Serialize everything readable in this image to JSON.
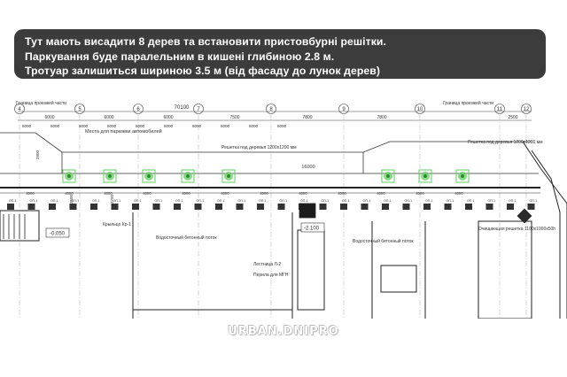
{
  "banner": {
    "line1": "Тут мають висадити 8 дерев та встановити пристовбурні решітки.",
    "line2": "Паркування буде паралельним в кишені глибиною 2.8 м.",
    "line3": "Тротуар залишиться шириною 3.5 м (від фасаду до лунок дерев)"
  },
  "plan": {
    "axes": [
      "4",
      "5",
      "6",
      "7",
      "8",
      "9",
      "10",
      "11",
      "12"
    ],
    "top_total": "70100",
    "top_spans": [
      "6000",
      "6000",
      "6000",
      "7500",
      "7800",
      "7800",
      "2500"
    ],
    "parking_spans": [
      "6000",
      "6000",
      "6000",
      "6000",
      "6000",
      "6000",
      "6000",
      "6000",
      "6000",
      "6000"
    ],
    "tree_spacing": [
      "4000",
      "4000",
      "4000",
      "4000",
      "4000",
      "4000",
      "4000",
      "4000",
      "4000",
      "4000",
      "4000",
      "4000"
    ],
    "middle_dim": "16000",
    "label_boundary": "Граница проезжей части",
    "label_parking": "Места для парковки автомобилей",
    "label_grate": "Решетка под деревья 1200x1200 мм",
    "label_grate_right": "Решетка под деревья 1200x1200 мм",
    "label_porch": "Крыльцо Кр-1",
    "label_drain_left": "Водосточный бетонный поток",
    "label_drain_right": "Водосточный бетонный поток",
    "label_stair": "Лестница Л-2",
    "label_rail": "Перила для МГН",
    "label_clean_grate": "Очищающая решетка 1100x1000x50h",
    "level_left": "-0.050",
    "level_mid": "-2.100",
    "pillar_tag": "ОП-1",
    "dim_2800": "2800",
    "dim_3500": "3500",
    "dim_3750": "3750"
  },
  "watermark": "URBAN.DNIPRO",
  "colors": {
    "banner_bg": "#3c3c3c",
    "tree_green": "#5fcf5f",
    "line": "#333333"
  }
}
